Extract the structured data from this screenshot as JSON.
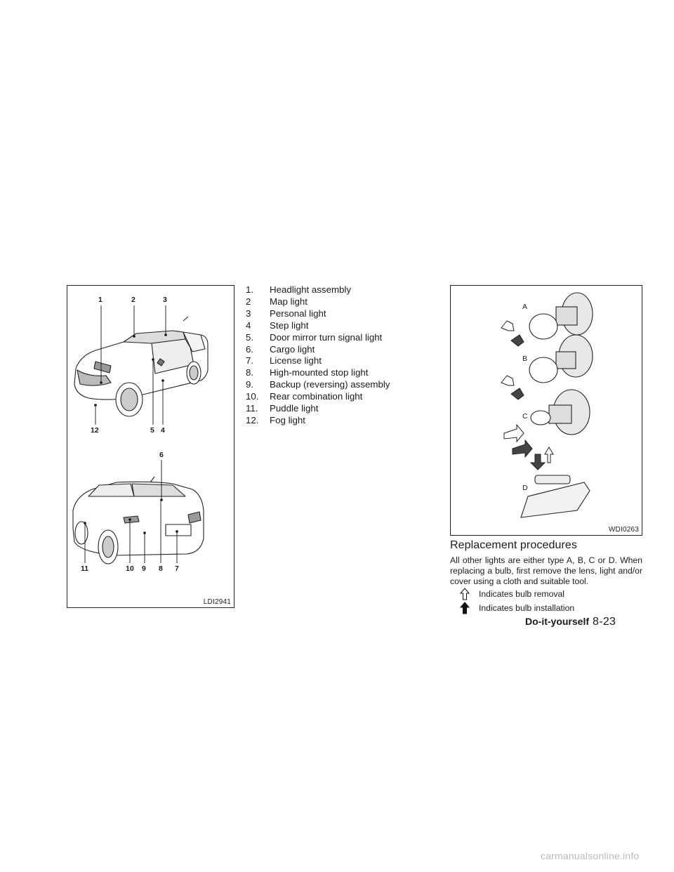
{
  "figure_left": {
    "code": "LDI2941",
    "callouts_top": [
      "1",
      "2",
      "3",
      "12",
      "5",
      "4"
    ],
    "callouts_bottom": [
      "6",
      "11",
      "10",
      "9",
      "8",
      "7"
    ]
  },
  "legend": [
    {
      "num": "1.",
      "text": "Headlight assembly"
    },
    {
      "num": "2",
      "text": "Map light"
    },
    {
      "num": "3",
      "text": "Personal light"
    },
    {
      "num": "4",
      "text": "Step light"
    },
    {
      "num": "5.",
      "text": "Door mirror turn signal light"
    },
    {
      "num": "6.",
      "text": "Cargo light"
    },
    {
      "num": "7.",
      "text": "License light"
    },
    {
      "num": "8.",
      "text": "High-mounted stop light"
    },
    {
      "num": "9.",
      "text": "Backup (reversing) assembly"
    },
    {
      "num": "10.",
      "text": "Rear combination light"
    },
    {
      "num": "11.",
      "text": "Puddle light"
    },
    {
      "num": "12.",
      "text": "Fog light"
    }
  ],
  "figure_right": {
    "code": "WDI0263",
    "labels": [
      "A",
      "B",
      "C",
      "D"
    ]
  },
  "section": {
    "heading": "Replacement procedures",
    "body": "All other lights are either type A, B, C or D. When replacing a bulb, first remove the lens, light and/or cover using a cloth and suitable tool.",
    "icons": [
      {
        "icon": "outline-up-arrow-icon",
        "text": "Indicates bulb removal"
      },
      {
        "icon": "solid-up-arrow-icon",
        "text": "Indicates bulb installation"
      }
    ]
  },
  "footer": {
    "section": "Do-it-yourself",
    "page": "8-23"
  },
  "watermark": "carmanualsonline.info"
}
